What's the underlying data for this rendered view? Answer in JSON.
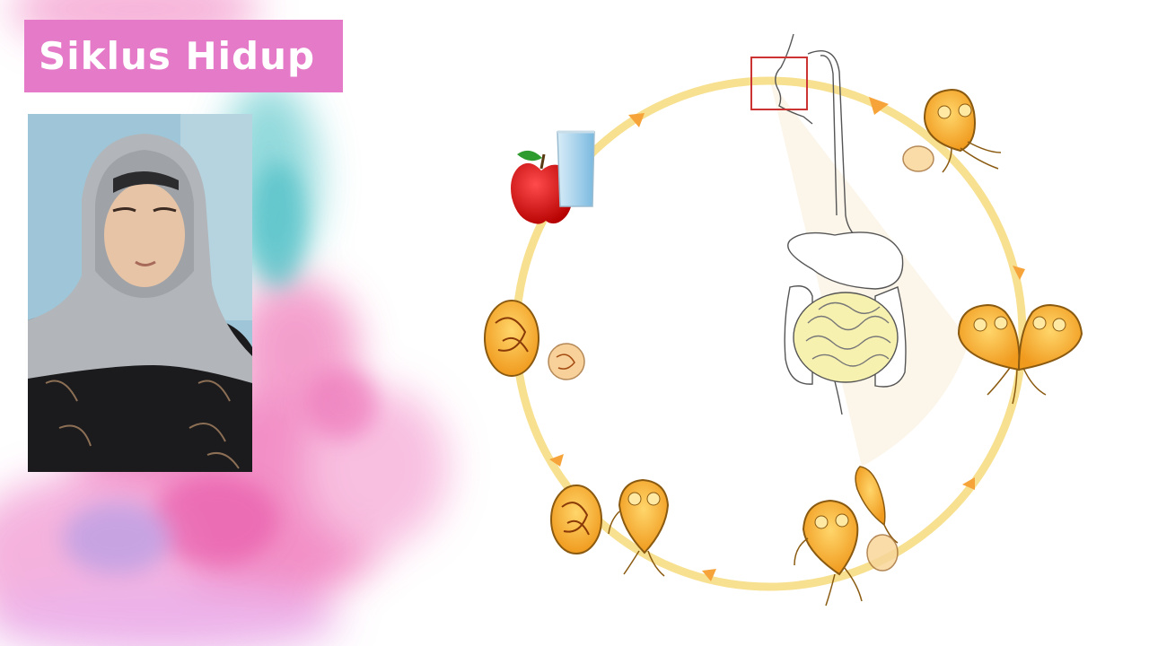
{
  "slide": {
    "title": "Siklus Hidup",
    "colors": {
      "banner": "#e57ac8",
      "cycle_ring": "#f7e08f",
      "highlight_box": "#cc3333",
      "organism_fill": "#f3a52d",
      "organism_outline": "#8a5a10"
    }
  },
  "presenter": {
    "video": "webcam-feed"
  },
  "diagram": {
    "stages": [
      {
        "id": "ingestion",
        "icon": "apple-icon"
      },
      {
        "id": "ingestion-water",
        "icon": "water-glass-icon"
      },
      {
        "id": "entry-mouth",
        "icon": "head-outline-icon"
      },
      {
        "id": "excystation",
        "icon": "cyst-icon"
      },
      {
        "id": "trophozoite-pair",
        "icon": "trophozoite-icon"
      },
      {
        "id": "trophozoite-division",
        "icon": "trophozoite-icon"
      },
      {
        "id": "encystation",
        "icon": "trophozoite-icon"
      },
      {
        "id": "cyst-shed",
        "icon": "cyst-icon"
      },
      {
        "id": "cyst-environment",
        "icon": "cyst-icon"
      }
    ],
    "organ": "digestive-tract-icon"
  }
}
